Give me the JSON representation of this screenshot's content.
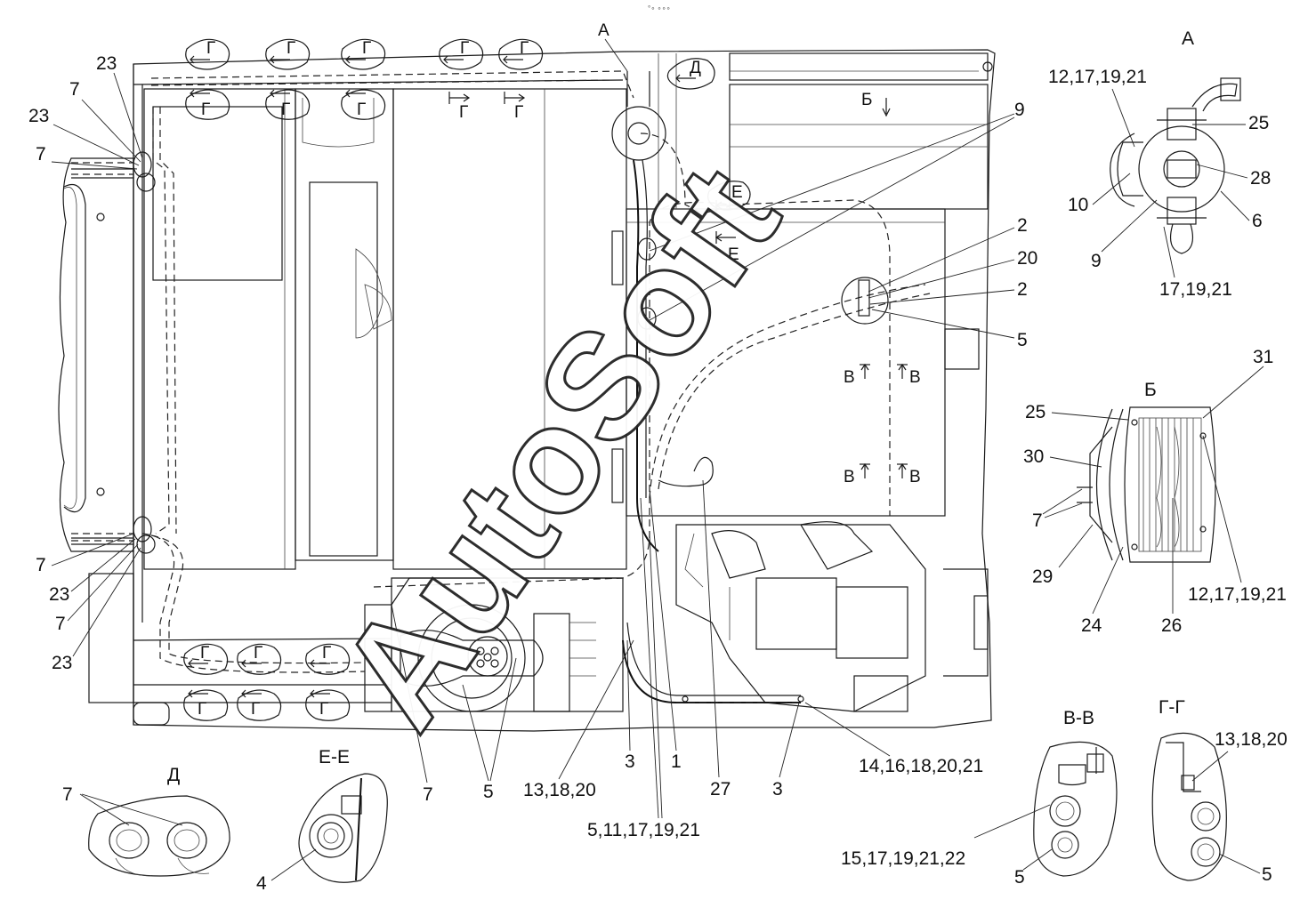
{
  "top_mark": "°∘ ∘∘∘",
  "watermark": "AutoSoft",
  "views": {
    "A": "А",
    "B": "Б",
    "VV": "В-В",
    "GG": "Г-Г",
    "D": "Д",
    "EE": "Е-Е"
  },
  "cut_marks": {
    "G": "Г",
    "D": "Д",
    "E": "Е",
    "V": "В",
    "B": "Б",
    "A": "А"
  },
  "callouts": {
    "c23a": "23",
    "c7a": "7",
    "c23b": "23",
    "c7b": "7",
    "c7c": "7",
    "c23c": "23",
    "c7d": "7",
    "c23d": "23",
    "c9": "9",
    "c2a": "2",
    "c20": "20",
    "c2b": "2",
    "c5a": "5",
    "c7e": "7",
    "c5b": "5",
    "c13a": "13,18,20",
    "c3a": "3",
    "c1": "1",
    "c27": "27",
    "c3b": "3",
    "c14": "14,16,18,20,21",
    "c5c": "5,11,17,19,21",
    "a_12": "12,17,19,21",
    "a_25": "25",
    "a_28": "28",
    "a_10": "10",
    "a_6": "6",
    "a_9": "9",
    "a_17": "17,19,21",
    "b_31": "31",
    "b_25": "25",
    "b_30": "30",
    "b_7": "7",
    "b_29": "29",
    "b_24": "24",
    "b_26": "26",
    "b_12": "12,17,19,21",
    "v_15": "15,17,19,21,22",
    "v_5": "5",
    "g_13": "13,18,20",
    "g_5": "5",
    "d_7": "7",
    "e_4": "4"
  }
}
